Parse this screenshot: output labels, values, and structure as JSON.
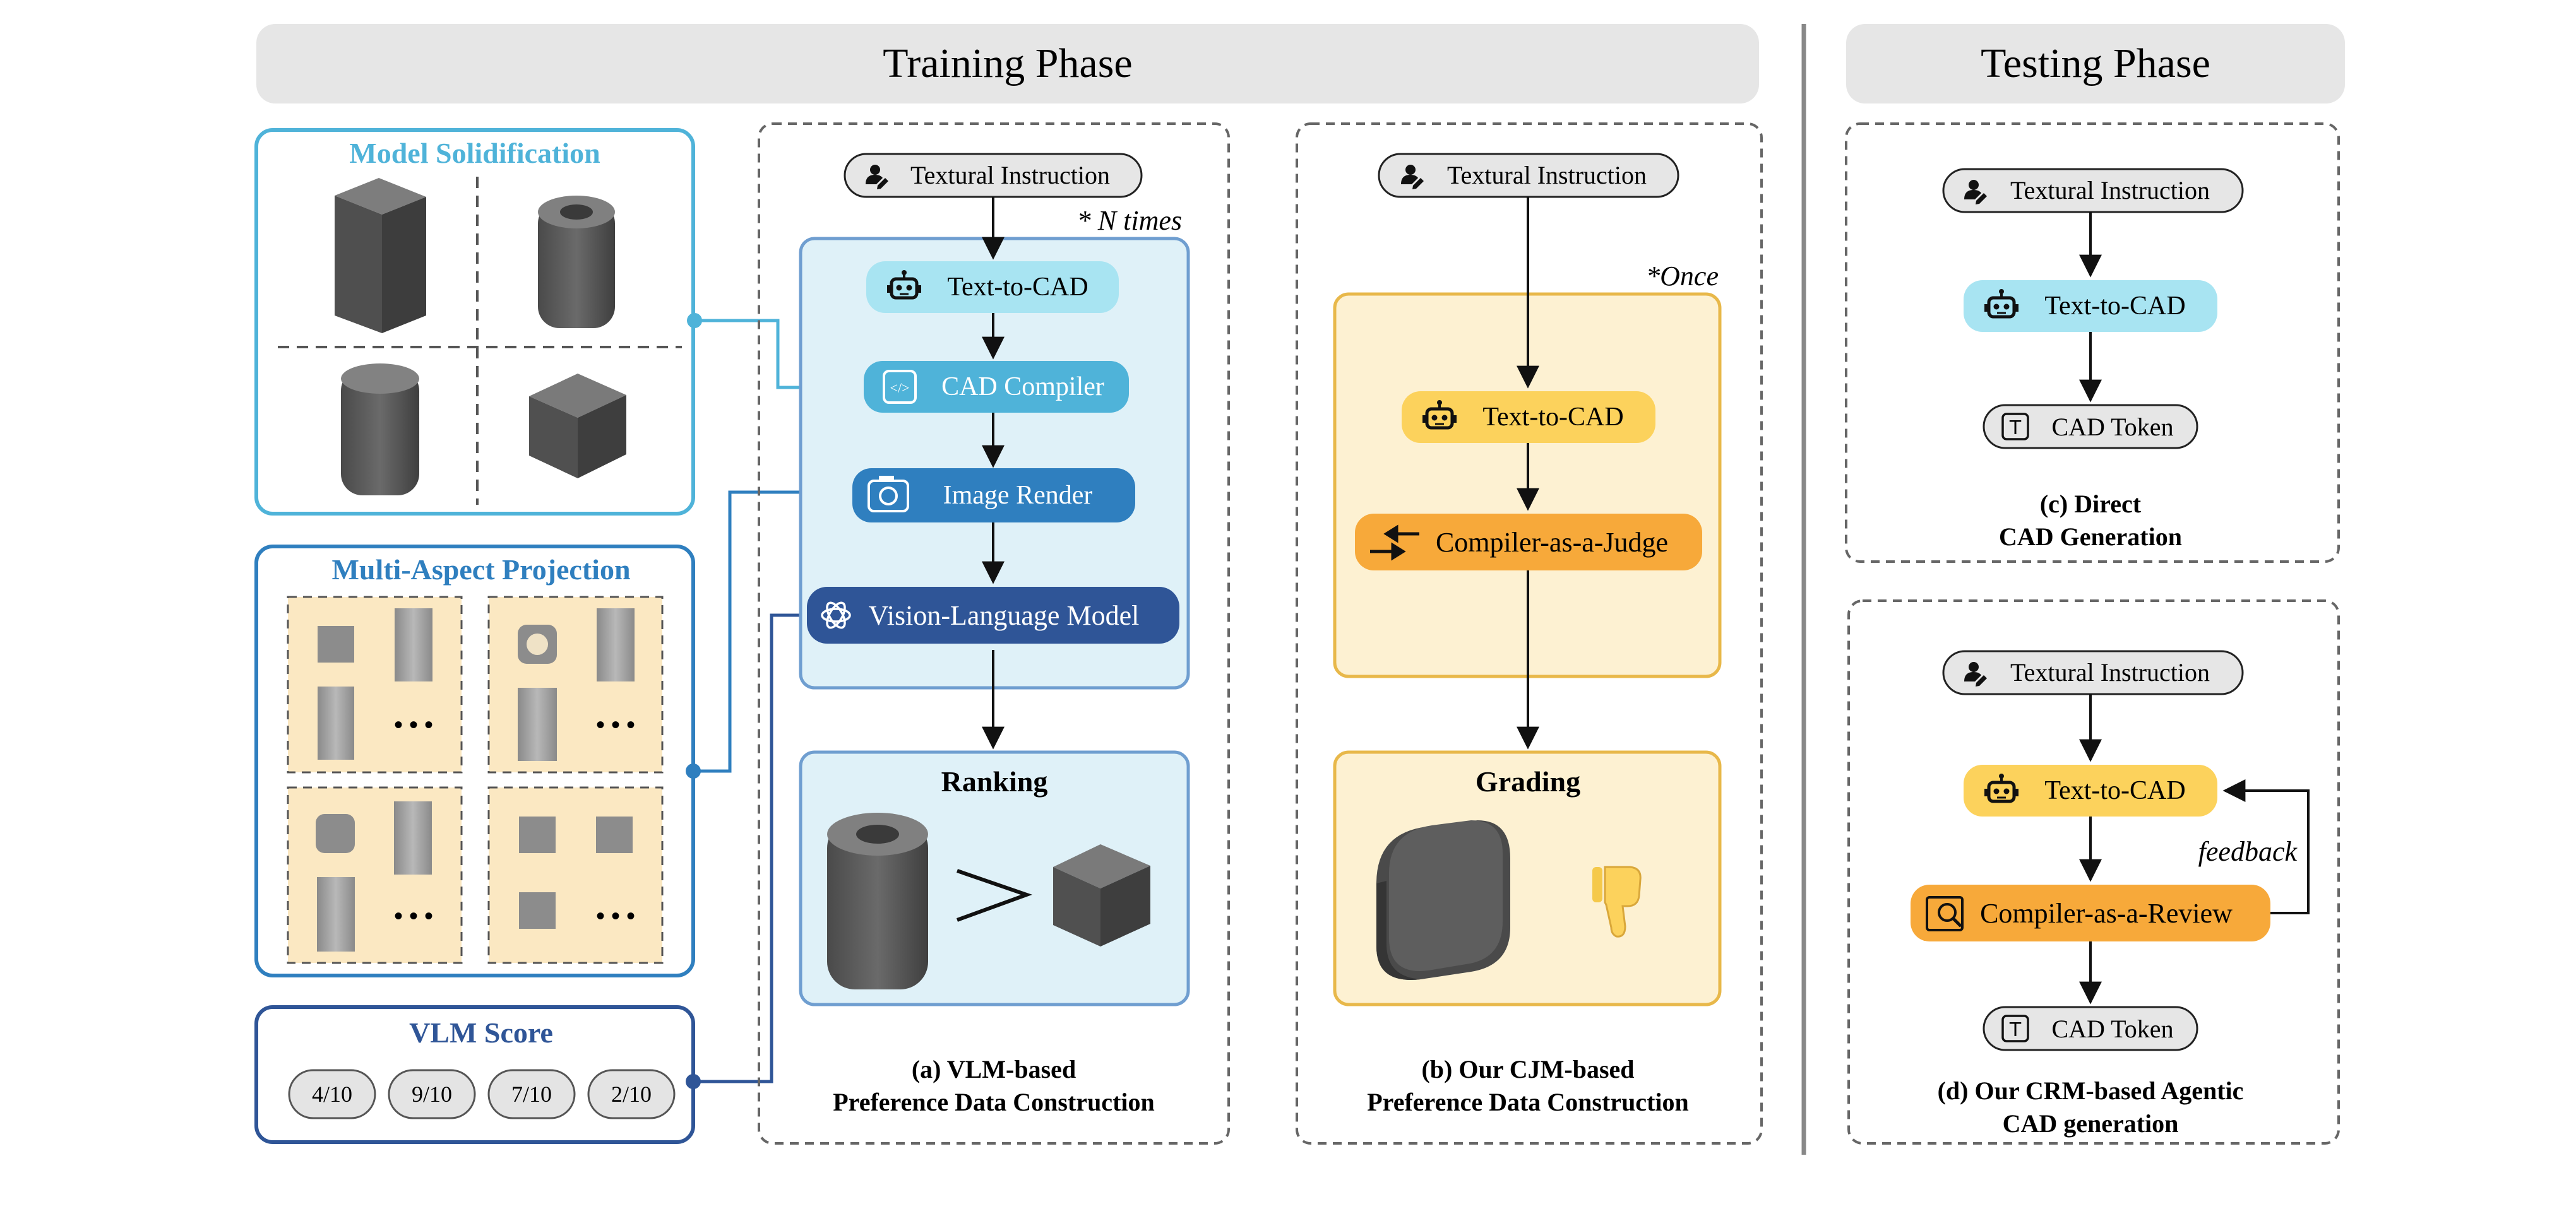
{
  "phases": {
    "training": "Training Phase",
    "testing": "Testing Phase"
  },
  "left": {
    "solidification_title": "Model Solidification",
    "projection_title": "Multi-Aspect Projection",
    "vlm_score_title": "VLM Score",
    "scores": [
      "4/10",
      "9/10",
      "7/10",
      "2/10"
    ],
    "ellipsis": "• • •"
  },
  "panel_a": {
    "instruction": "Textural Instruction",
    "n_times": "* N times",
    "text_to_cad": "Text-to-CAD",
    "compiler": "CAD Compiler",
    "render": "Image Render",
    "vlm": "Vision-Language Model",
    "ranking": "Ranking",
    "caption_1": "(a) VLM-based",
    "caption_2": "Preference Data Construction"
  },
  "panel_b": {
    "instruction": "Textural Instruction",
    "once": "*Once",
    "text_to_cad": "Text-to-CAD",
    "judge": "Compiler-as-a-Judge",
    "grading": "Grading",
    "caption_1": "(b) Our CJM-based",
    "caption_2": "Preference Data Construction"
  },
  "panel_c": {
    "instruction": "Textural Instruction",
    "text_to_cad": "Text-to-CAD",
    "token": "CAD Token",
    "caption_1": "(c) Direct",
    "caption_2": "CAD Generation"
  },
  "panel_d": {
    "instruction": "Textural Instruction",
    "text_to_cad": "Text-to-CAD",
    "feedback": "feedback",
    "review": "Compiler-as-a-Review",
    "token": "CAD Token",
    "caption_1": "(d) Our CRM-based Agentic",
    "caption_2": "CAD generation"
  },
  "colors": {
    "phase_bar": "#e6e6e6",
    "light_blue": "#4fb3d9",
    "mid_blue": "#2f7fbf",
    "dark_blue": "#2f5597",
    "cyan_pill": "#a8e4f2",
    "blue_panel_fill": "#dff1f8",
    "yellow_panel_fill": "#fdf1d2",
    "yellow_border": "#e8b84a",
    "yellow_pill": "#fcd25c",
    "orange_pill": "#f7a93a",
    "tile_fill": "#fbe8c2",
    "cad_gray": "#5b5b5b"
  },
  "icons": [
    "user-edit-icon",
    "robot-icon",
    "code-icon",
    "camera-icon",
    "openai-icon",
    "compress-arrows-icon",
    "magnifier-icon",
    "text-token-icon",
    "thumbs-down-icon"
  ]
}
